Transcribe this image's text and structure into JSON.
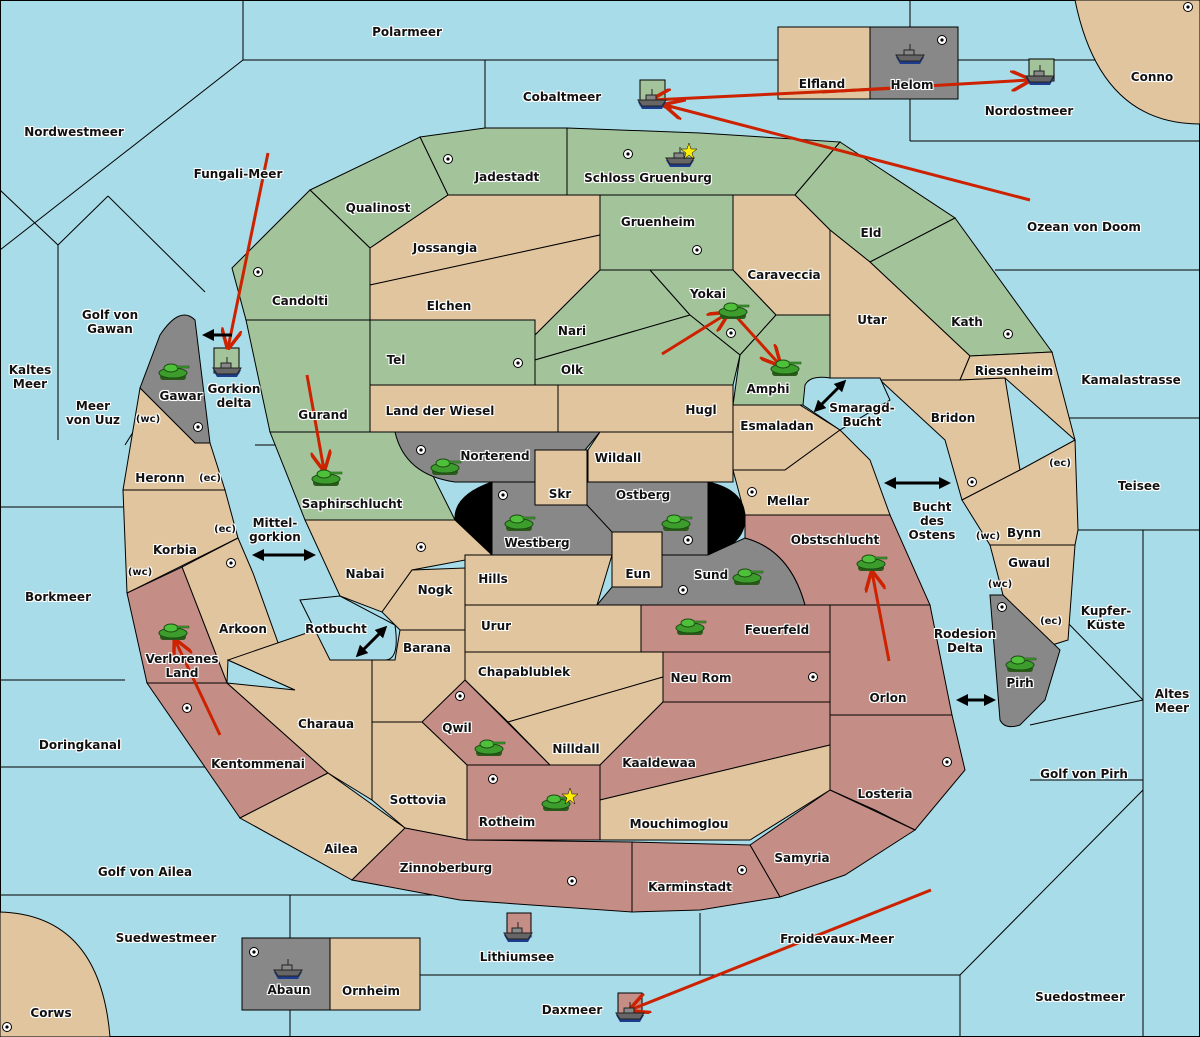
{
  "colors": {
    "sea": "#a8dce8",
    "player_green": "#a3c49b",
    "player_red": "#c48e86",
    "neutral": "#e1c59e",
    "impassable": "#888888",
    "border": "#000000",
    "arrow": "#cc2200",
    "star": "#ffee00"
  },
  "territories": [
    {
      "name": "Polarmeer",
      "owner": "sea"
    },
    {
      "name": "Cobaltmeer",
      "owner": "sea"
    },
    {
      "name": "Nordwestmeer",
      "owner": "sea"
    },
    {
      "name": "Fungali-Meer",
      "owner": "sea"
    },
    {
      "name": "Elfland",
      "owner": "neutral"
    },
    {
      "name": "Helom",
      "owner": "impassable"
    },
    {
      "name": "Nordostmeer",
      "owner": "sea"
    },
    {
      "name": "Conno",
      "owner": "neutral"
    },
    {
      "name": "Ozean von Doom",
      "owner": "sea"
    },
    {
      "name": "Jadestadt",
      "owner": "green"
    },
    {
      "name": "Schloss Gruenburg",
      "owner": "green"
    },
    {
      "name": "Qualinost",
      "owner": "green"
    },
    {
      "name": "Candolti",
      "owner": "green"
    },
    {
      "name": "Jossangia",
      "owner": "neutral"
    },
    {
      "name": "Gruenheim",
      "owner": "green"
    },
    {
      "name": "Eld",
      "owner": "green"
    },
    {
      "name": "Caraveccia",
      "owner": "neutral"
    },
    {
      "name": "Yokai",
      "owner": "green"
    },
    {
      "name": "Elchen",
      "owner": "neutral"
    },
    {
      "name": "Nari",
      "owner": "green"
    },
    {
      "name": "Utar",
      "owner": "neutral"
    },
    {
      "name": "Kath",
      "owner": "green"
    },
    {
      "name": "Golf von Gawan",
      "owner": "sea"
    },
    {
      "name": "Tel",
      "owner": "green"
    },
    {
      "name": "Olk",
      "owner": "green"
    },
    {
      "name": "Amphi",
      "owner": "green"
    },
    {
      "name": "Riesenheim",
      "owner": "neutral"
    },
    {
      "name": "Kamalastrasse",
      "owner": "sea"
    },
    {
      "name": "Kaltes Meer",
      "owner": "sea"
    },
    {
      "name": "Gawar",
      "owner": "impassable"
    },
    {
      "name": "Gorkion delta",
      "owner": "sea"
    },
    {
      "name": "Meer von Uuz",
      "owner": "sea"
    },
    {
      "name": "Gurand",
      "owner": "green"
    },
    {
      "name": "Land der Wiesel",
      "owner": "neutral"
    },
    {
      "name": "Hugl",
      "owner": "neutral"
    },
    {
      "name": "Smaragd-Bucht",
      "owner": "sea"
    },
    {
      "name": "Bridon",
      "owner": "neutral"
    },
    {
      "name": "Esmaladan",
      "owner": "neutral"
    },
    {
      "name": "Norterend",
      "owner": "impassable"
    },
    {
      "name": "Wildall",
      "owner": "neutral"
    },
    {
      "name": "Heronn",
      "owner": "neutral"
    },
    {
      "name": "Skr",
      "owner": "neutral"
    },
    {
      "name": "Ostberg",
      "owner": "impassable"
    },
    {
      "name": "Saphirschlucht",
      "owner": "green"
    },
    {
      "name": "Mellar",
      "owner": "neutral"
    },
    {
      "name": "Teisee",
      "owner": "sea"
    },
    {
      "name": "Bucht des Ostens",
      "owner": "sea"
    },
    {
      "name": "Mittel-gorkion",
      "owner": "sea"
    },
    {
      "name": "Westberg",
      "owner": "impassable"
    },
    {
      "name": "Obstschlucht",
      "owner": "red"
    },
    {
      "name": "Bynn",
      "owner": "neutral"
    },
    {
      "name": "Korbia",
      "owner": "neutral"
    },
    {
      "name": "Nabai",
      "owner": "neutral"
    },
    {
      "name": "Eun",
      "owner": "neutral"
    },
    {
      "name": "Sund",
      "owner": "impassable"
    },
    {
      "name": "Gwaul",
      "owner": "neutral"
    },
    {
      "name": "Hills",
      "owner": "neutral"
    },
    {
      "name": "Nogk",
      "owner": "neutral"
    },
    {
      "name": "Borkmeer",
      "owner": "sea"
    },
    {
      "name": "Kupfer-Küste",
      "owner": "sea"
    },
    {
      "name": "Urur",
      "owner": "neutral"
    },
    {
      "name": "Arkoon",
      "owner": "neutral"
    },
    {
      "name": "Rotbucht",
      "owner": "sea"
    },
    {
      "name": "Feuerfeld",
      "owner": "red"
    },
    {
      "name": "Rodesion Delta",
      "owner": "sea"
    },
    {
      "name": "Verlorenes Land",
      "owner": "red"
    },
    {
      "name": "Barana",
      "owner": "neutral"
    },
    {
      "name": "Chapablublek",
      "owner": "neutral"
    },
    {
      "name": "Neu Rom",
      "owner": "red"
    },
    {
      "name": "Pirh",
      "owner": "impassable"
    },
    {
      "name": "Orlon",
      "owner": "red"
    },
    {
      "name": "Altes Meer",
      "owner": "sea"
    },
    {
      "name": "Charaua",
      "owner": "neutral"
    },
    {
      "name": "Qwil",
      "owner": "red"
    },
    {
      "name": "Doringkanal",
      "owner": "sea"
    },
    {
      "name": "Nilldall",
      "owner": "neutral"
    },
    {
      "name": "Kentommenai",
      "owner": "red"
    },
    {
      "name": "Kaaldewaa",
      "owner": "red"
    },
    {
      "name": "Golf von Pirh",
      "owner": "sea"
    },
    {
      "name": "Losteria",
      "owner": "red"
    },
    {
      "name": "Sottovia",
      "owner": "neutral"
    },
    {
      "name": "Rotheim",
      "owner": "red"
    },
    {
      "name": "Mouchimoglou",
      "owner": "neutral"
    },
    {
      "name": "Ailea",
      "owner": "neutral"
    },
    {
      "name": "Samyria",
      "owner": "red"
    },
    {
      "name": "Golf von Ailea",
      "owner": "sea"
    },
    {
      "name": "Zinnoberburg",
      "owner": "red"
    },
    {
      "name": "Karminstadt",
      "owner": "red"
    },
    {
      "name": "Suedwestmeer",
      "owner": "sea"
    },
    {
      "name": "Froidevaux-Meer",
      "owner": "sea"
    },
    {
      "name": "Lithiumsee",
      "owner": "sea"
    },
    {
      "name": "Abaun",
      "owner": "impassable"
    },
    {
      "name": "Ornheim",
      "owner": "neutral"
    },
    {
      "name": "Daxmeer",
      "owner": "sea"
    },
    {
      "name": "Suedostmeer",
      "owner": "sea"
    },
    {
      "name": "Corws",
      "owner": "neutral"
    }
  ],
  "coast_tags": {
    "wc": "(wc)",
    "ec": "(ec)"
  },
  "units": [
    {
      "type": "fleet",
      "owner": "green",
      "location": "Schloss Gruenburg",
      "home": true
    },
    {
      "type": "fleet",
      "owner": "green",
      "location": "Cobaltmeer"
    },
    {
      "type": "fleet",
      "owner": "impassable",
      "location": "Helom"
    },
    {
      "type": "fleet",
      "owner": "green",
      "location": "Nordostmeer"
    },
    {
      "type": "fleet",
      "owner": "green",
      "location": "Gorkion delta"
    },
    {
      "type": "army",
      "owner": "impassable",
      "location": "Gawar"
    },
    {
      "type": "army",
      "owner": "green",
      "location": "Yokai"
    },
    {
      "type": "army",
      "owner": "green",
      "location": "Amphi"
    },
    {
      "type": "army",
      "owner": "green",
      "location": "Saphirschlucht"
    },
    {
      "type": "army",
      "owner": "impassable",
      "location": "Norterend"
    },
    {
      "type": "army",
      "owner": "impassable",
      "location": "Westberg"
    },
    {
      "type": "army",
      "owner": "impassable",
      "location": "Ostberg"
    },
    {
      "type": "army",
      "owner": "impassable",
      "location": "Sund"
    },
    {
      "type": "army",
      "owner": "red",
      "location": "Obstschlucht"
    },
    {
      "type": "army",
      "owner": "red",
      "location": "Feuerfeld"
    },
    {
      "type": "army",
      "owner": "red",
      "location": "Verlorenes Land"
    },
    {
      "type": "army",
      "owner": "red",
      "location": "Qwil"
    },
    {
      "type": "army",
      "owner": "red",
      "location": "Rotheim",
      "home": true
    },
    {
      "type": "army",
      "owner": "impassable",
      "location": "Pirh"
    },
    {
      "type": "fleet",
      "owner": "impassable",
      "location": "Abaun"
    },
    {
      "type": "fleet",
      "owner": "red",
      "location": "Lithiumsee"
    },
    {
      "type": "fleet",
      "owner": "red",
      "location": "Daxmeer"
    }
  ],
  "orders": [
    {
      "from": "Helom",
      "to": "Nordostmeer"
    },
    {
      "from": "Helom",
      "to": "Cobaltmeer"
    },
    {
      "from": "Ozean von Doom",
      "to": "Cobaltmeer"
    },
    {
      "from": "Fungali-Meer",
      "to": "Gorkion delta"
    },
    {
      "from": "Gurand",
      "to": "Saphirschlucht"
    },
    {
      "from": "Olk",
      "to": "Yokai"
    },
    {
      "from": "Yokai",
      "to": "Amphi"
    },
    {
      "from": "Orlon",
      "to": "Obstschlucht"
    },
    {
      "from": "Kentommenai",
      "to": "Verlorenes Land"
    },
    {
      "from": "Froidevaux-Meer",
      "to": "Daxmeer"
    }
  ]
}
